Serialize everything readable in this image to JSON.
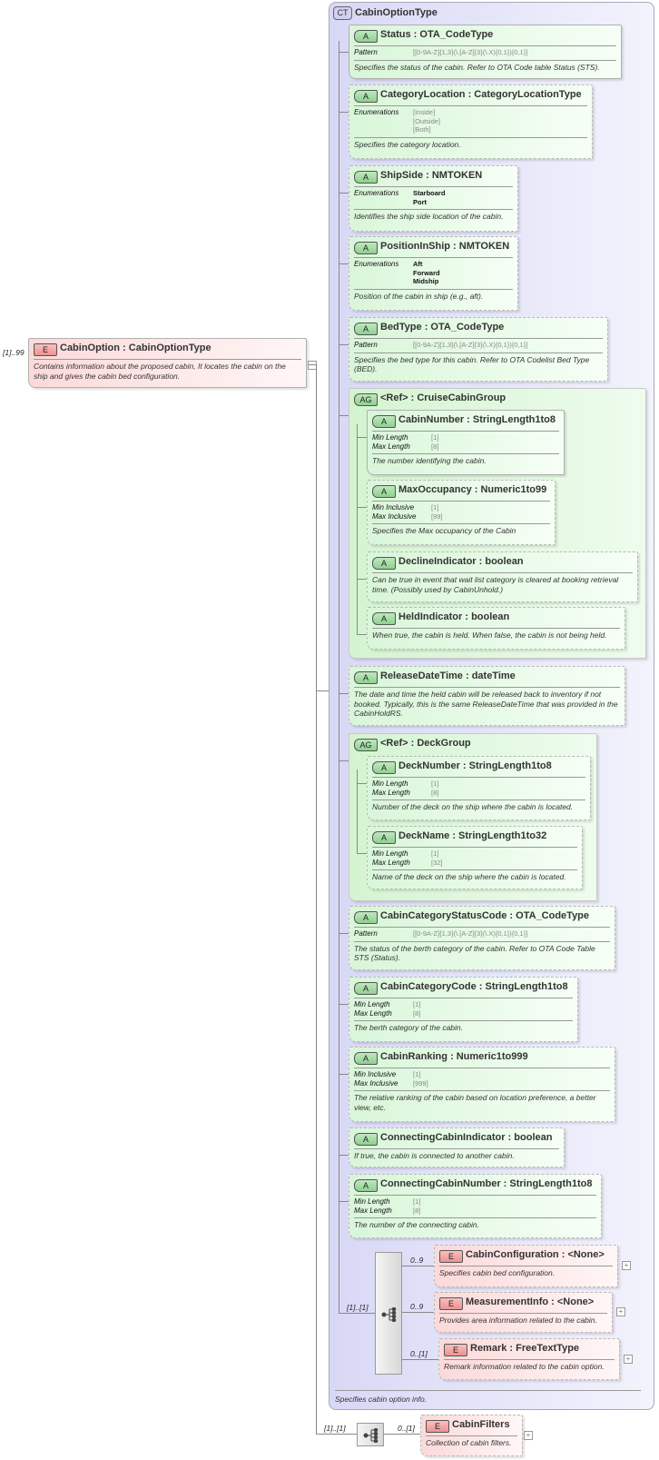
{
  "element": {
    "badge": "E",
    "name": "CabinOption",
    "type": "CabinOptionType",
    "multiplicity": "[1]..99",
    "description": "Contains information about the proposed cabin, It locates the cabin on the ship and gives the cabin bed configuration."
  },
  "complex_type": {
    "badge": "CT",
    "name": "CabinOptionType",
    "description": "Specifies cabin option info."
  },
  "items": [
    {
      "badge": "A",
      "name": "Status",
      "type": "OTA_CodeType",
      "facets": [
        {
          "label": "Pattern",
          "values": [
            "[[0-9A-Z]{1,3}(\\.[A-Z]{3}(\\.X){0,1}){0,1}]"
          ]
        }
      ],
      "description": "Specifies the status of the cabin. Refer to OTA Code table Status (STS)."
    },
    {
      "badge": "A",
      "name": "CategoryLocation",
      "type": "CategoryLocationType",
      "facets": [
        {
          "label": "Enumerations",
          "values": [
            "[Inside]",
            "[Outside]",
            "[Both]"
          ]
        }
      ],
      "description": "Specifies the category location."
    },
    {
      "badge": "A",
      "name": "ShipSide",
      "type": "NMTOKEN",
      "facets": [
        {
          "label": "Enumerations",
          "values": [
            "Starboard",
            "Port"
          ]
        }
      ],
      "description": "Identifies the ship side location of the cabin."
    },
    {
      "badge": "A",
      "name": "PositionInShip",
      "type": "NMTOKEN",
      "facets": [
        {
          "label": "Enumerations",
          "values": [
            "Aft",
            "Forward",
            "Midship"
          ]
        }
      ],
      "description": "Position of the cabin in ship (e.g., aft)."
    },
    {
      "badge": "A",
      "name": "BedType",
      "type": "OTA_CodeType",
      "facets": [
        {
          "label": "Pattern",
          "values": [
            "[[0-9A-Z]{1,3}(\\.[A-Z]{3}(\\.X){0,1}){0,1}]"
          ]
        }
      ],
      "description": "Specifies the bed type for this cabin. Refer to OTA Codelist Bed Type (BED)."
    },
    {
      "badge": "AG",
      "name": "<Ref>",
      "type": "CruiseCabinGroup",
      "children": [
        {
          "badge": "A",
          "name": "CabinNumber",
          "type": "StringLength1to8",
          "facets": [
            {
              "label": "Min Length",
              "values": [
                "[1]"
              ]
            },
            {
              "label": "Max Length",
              "values": [
                "[8]"
              ]
            }
          ],
          "description": "The number identifying the cabin."
        },
        {
          "badge": "A",
          "name": "MaxOccupancy",
          "type": "Numeric1to99",
          "facets": [
            {
              "label": "Min Inclusive",
              "values": [
                "[1]"
              ]
            },
            {
              "label": "Max Inclusive",
              "values": [
                "[99]"
              ]
            }
          ],
          "description": "Specifies the Max occupancy  of the Cabin"
        },
        {
          "badge": "A",
          "name": "DeclineIndicator",
          "type": "boolean",
          "facets": [],
          "description": "Can be true in event that wait list category is cleared at booking retrieval time.      (Possibly used by CabinUnhold.)"
        },
        {
          "badge": "A",
          "name": "HeldIndicator",
          "type": "boolean",
          "facets": [],
          "description": "When true, the cabin is held. When false, the cabin is not being held."
        }
      ]
    },
    {
      "badge": "A",
      "name": "ReleaseDateTime",
      "type": "dateTime",
      "facets": [],
      "description": "The date and time the held cabin will be released back to inventory if not booked. Typically, this is the same ReleaseDateTime that was provided in the CabinHoldRS."
    },
    {
      "badge": "AG",
      "name": "<Ref>",
      "type": "DeckGroup",
      "children": [
        {
          "badge": "A",
          "name": "DeckNumber",
          "type": "StringLength1to8",
          "facets": [
            {
              "label": "Min Length",
              "values": [
                "[1]"
              ]
            },
            {
              "label": "Max Length",
              "values": [
                "[8]"
              ]
            }
          ],
          "description": "Number of the deck on the ship where the cabin is located."
        },
        {
          "badge": "A",
          "name": "DeckName",
          "type": "StringLength1to32",
          "facets": [
            {
              "label": "Min Length",
              "values": [
                "[1]"
              ]
            },
            {
              "label": "Max Length",
              "values": [
                "[32]"
              ]
            }
          ],
          "description": "Name of the deck on the ship where the cabin is located."
        }
      ]
    },
    {
      "badge": "A",
      "name": "CabinCategoryStatusCode",
      "type": "OTA_CodeType",
      "facets": [
        {
          "label": "Pattern",
          "values": [
            "[[0-9A-Z]{1,3}(\\.[A-Z]{3}(\\.X){0,1}){0,1}]"
          ]
        }
      ],
      "description": "The status of the berth category of the cabin. Refer to OTA Code Table STS (Status)."
    },
    {
      "badge": "A",
      "name": "CabinCategoryCode",
      "type": "StringLength1to8",
      "facets": [
        {
          "label": "Min Length",
          "values": [
            "[1]"
          ]
        },
        {
          "label": "Max Length",
          "values": [
            "[8]"
          ]
        }
      ],
      "description": "The berth category of the cabin."
    },
    {
      "badge": "A",
      "name": "CabinRanking",
      "type": "Numeric1to999",
      "facets": [
        {
          "label": "Min Inclusive",
          "values": [
            "[1]"
          ]
        },
        {
          "label": "Max Inclusive",
          "values": [
            "[999]"
          ]
        }
      ],
      "description": "The relative ranking of the cabin based on location preference, a better view, etc."
    },
    {
      "badge": "A",
      "name": "ConnectingCabinIndicator",
      "type": "boolean",
      "facets": [],
      "description": "If true, the cabin is connected to another cabin."
    },
    {
      "badge": "A",
      "name": "ConnectingCabinNumber",
      "type": "StringLength1to8",
      "facets": [
        {
          "label": "Min Length",
          "values": [
            "[1]"
          ]
        },
        {
          "label": "Max Length",
          "values": [
            "[8]"
          ]
        }
      ],
      "description": "The number of the connecting cabin."
    }
  ],
  "sequence": {
    "multiplicity": "[1]..[1]",
    "icon": "sequence-icon",
    "children": [
      {
        "badge": "E",
        "name": "CabinConfiguration",
        "type": "<None>",
        "multiplicity": "0..9",
        "description": "Specifies cabin bed configuration."
      },
      {
        "badge": "E",
        "name": "MeasurementInfo",
        "type": "<None>",
        "multiplicity": "0..9",
        "description": "Provides area information related to the cabin."
      },
      {
        "badge": "E",
        "name": "Remark",
        "type": "FreeTextType",
        "multiplicity": "0..[1]",
        "description": "Remark information related to the cabin option."
      }
    ]
  },
  "filters_sequence": {
    "multiplicity": "[1]..[1]",
    "icon": "sequence-icon",
    "children": [
      {
        "badge": "E",
        "name": "CabinFilters",
        "multiplicity": "0..[1]",
        "description": "Collection of cabin filters."
      }
    ]
  }
}
